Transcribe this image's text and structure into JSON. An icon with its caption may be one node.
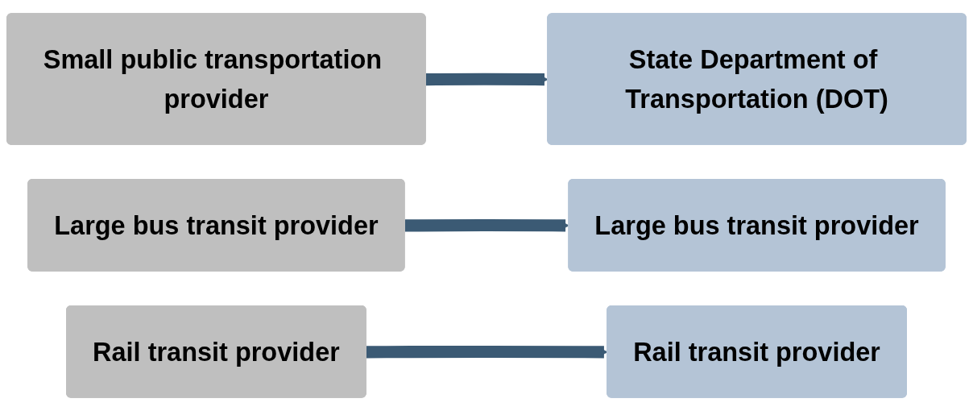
{
  "diagram": {
    "nodes": [
      {
        "text": [
          "Small public transportation provider"
        ]
      },
      {
        "text": [
          "State Department of Transportation (DOT)"
        ]
      },
      {
        "text": [
          "Large bus transit provider"
        ]
      },
      {
        "text": [
          "Large bus transit provider"
        ]
      },
      {
        "text": [
          "Rail transit provider"
        ]
      },
      {
        "text": [
          "Rail transit provider"
        ]
      }
    ],
    "edges": [
      {
        "from": 0,
        "to": 1,
        "arrow": "to"
      },
      {
        "from": 2,
        "to": 3,
        "arrow": "to"
      },
      {
        "from": 4,
        "to": 5,
        "arrow": "to"
      }
    ]
  }
}
